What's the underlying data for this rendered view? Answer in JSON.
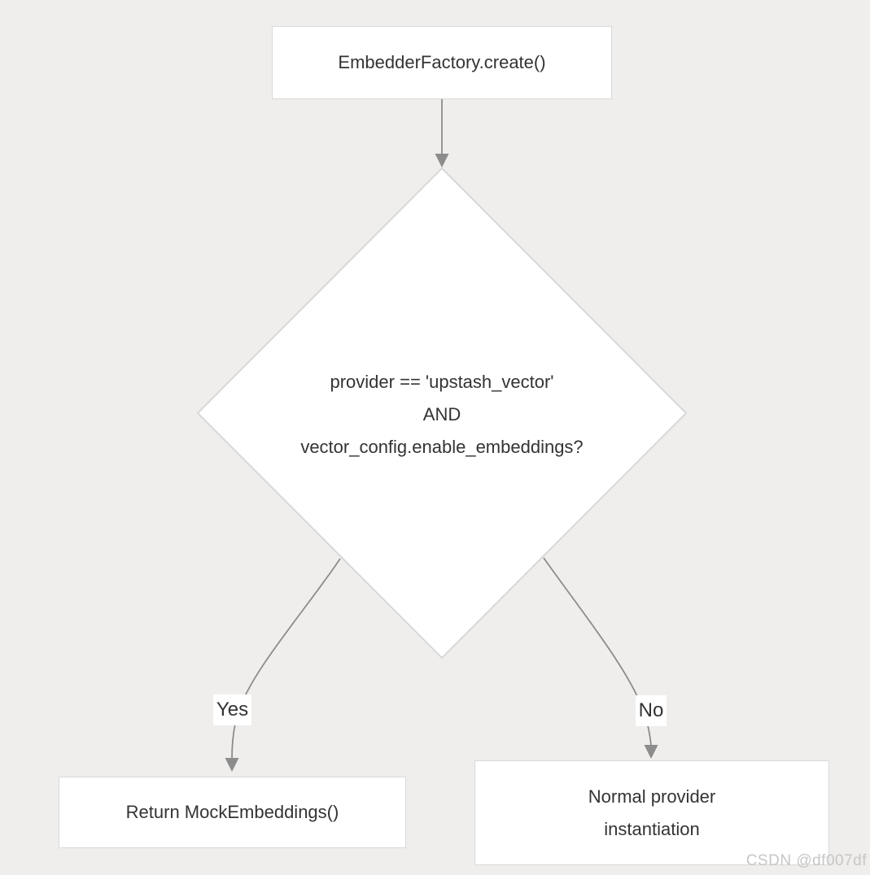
{
  "colors": {
    "background": "#efeeec",
    "node_fill": "#ffffff",
    "node_border": "#d9d9d9",
    "diamond_border": "#d8d8d8",
    "edge_stroke": "#8c8c8c",
    "text": "#333333",
    "watermark": "#c6c6c6"
  },
  "flowchart": {
    "start": {
      "label": "EmbedderFactory.create()"
    },
    "decision": {
      "line1": "provider == 'upstash_vector'",
      "line2": "AND",
      "line3": "vector_config.enable_embeddings?"
    },
    "edges": {
      "yes_label": "Yes",
      "no_label": "No"
    },
    "yes_node": {
      "label": "Return MockEmbeddings()"
    },
    "no_node": {
      "line1": "Normal provider",
      "line2": "instantiation"
    }
  },
  "watermark": {
    "text": "CSDN @df007df"
  }
}
